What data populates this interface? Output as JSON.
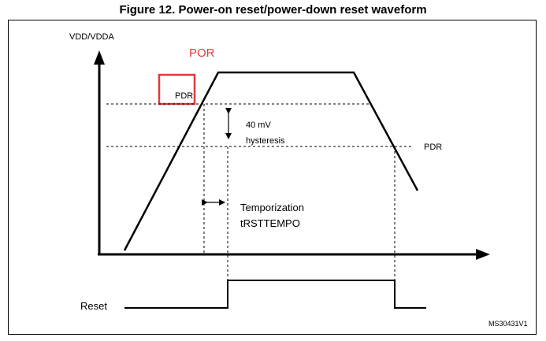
{
  "figure": {
    "title": "Figure 12. Power-on reset/power-down reset waveform",
    "ref_code": "MS30431V1"
  },
  "diagram": {
    "y_axis_label": "VDD/VDDA",
    "por_label": "POR",
    "pdr_label_left": "PDR",
    "pdr_label_right": "PDR",
    "hysteresis_value": "40 mV",
    "hysteresis_label": "hysteresis",
    "temporization_label": "Temporization",
    "temporization_symbol": "tRSTTEMPO",
    "reset_label": "Reset",
    "colors": {
      "highlight": "#e03a3a",
      "line": "#000000"
    }
  }
}
